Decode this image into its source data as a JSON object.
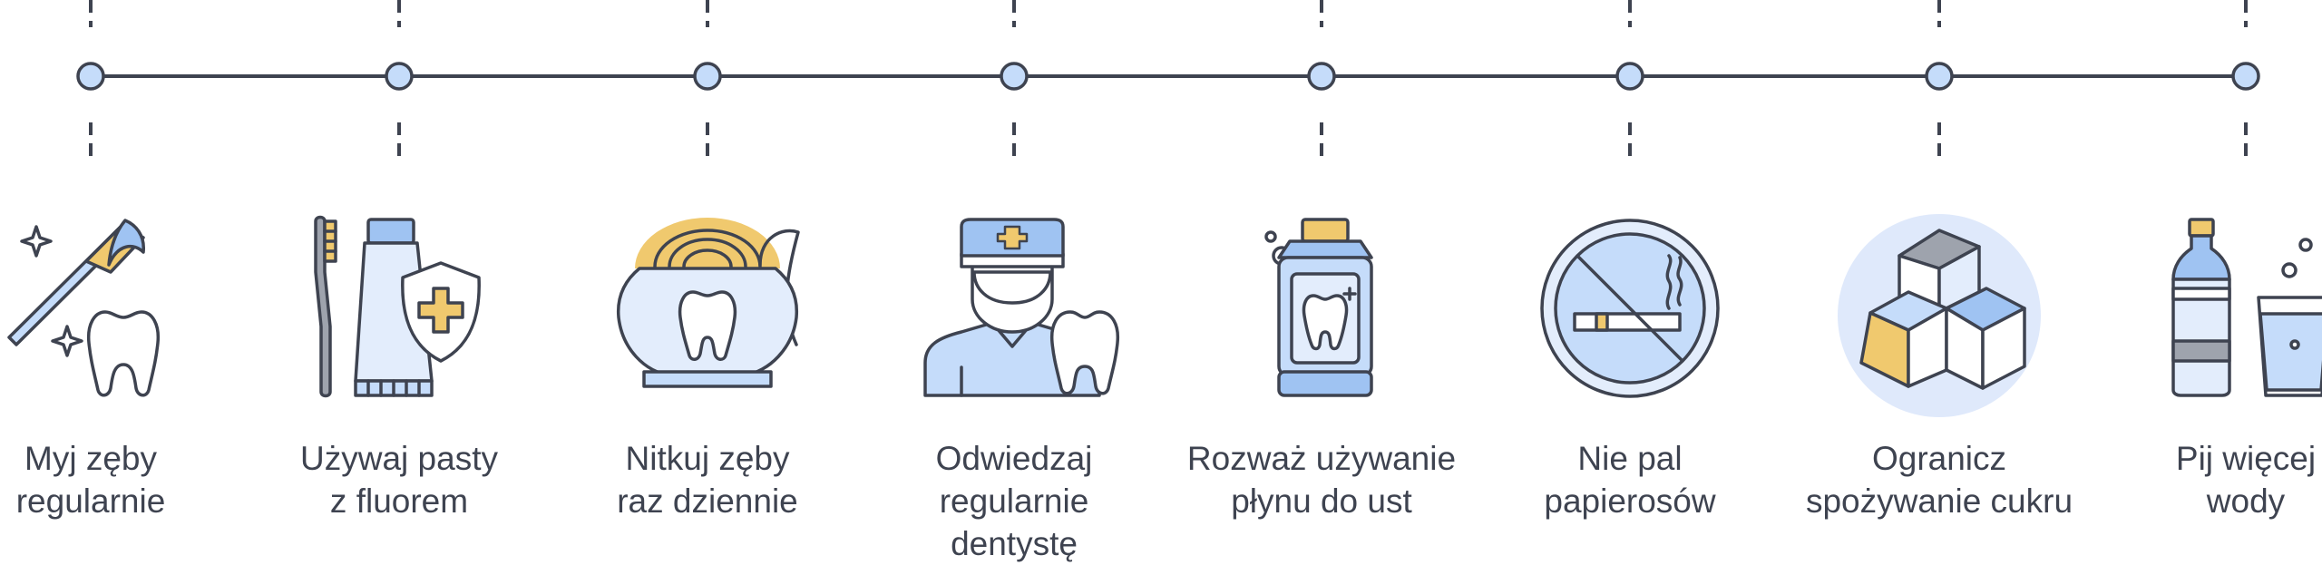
{
  "colors": {
    "stroke": "#3e4350",
    "blue_light": "#c5dcfa",
    "blue_mid": "#9fc3f2",
    "blue_pale": "#e3edfc",
    "blue_bg": "#dfe9fb",
    "gold": "#f0c96e",
    "gray": "#9ea3ad"
  },
  "steps": [
    {
      "icon": "toothbrush-icon",
      "label": [
        "Myj zęby",
        "regularnie"
      ]
    },
    {
      "icon": "toothpaste-icon",
      "label": [
        "Używaj pasty",
        "z fluorem"
      ]
    },
    {
      "icon": "floss-icon",
      "label": [
        "Nitkuj zęby",
        "raz dziennie"
      ]
    },
    {
      "icon": "dentist-icon",
      "label": [
        "Odwiedzaj",
        "regularnie",
        "dentystę"
      ]
    },
    {
      "icon": "mouthwash-icon",
      "label": [
        "Rozważ używanie",
        "płynu do ust"
      ]
    },
    {
      "icon": "no-smoking-icon",
      "label": [
        "Nie pal",
        "papierosów"
      ]
    },
    {
      "icon": "sugar-cubes-icon",
      "label": [
        "Ogranicz",
        "spożywanie cukru"
      ]
    },
    {
      "icon": "water-icon",
      "label": [
        "Pij więcej",
        "wody"
      ]
    }
  ]
}
